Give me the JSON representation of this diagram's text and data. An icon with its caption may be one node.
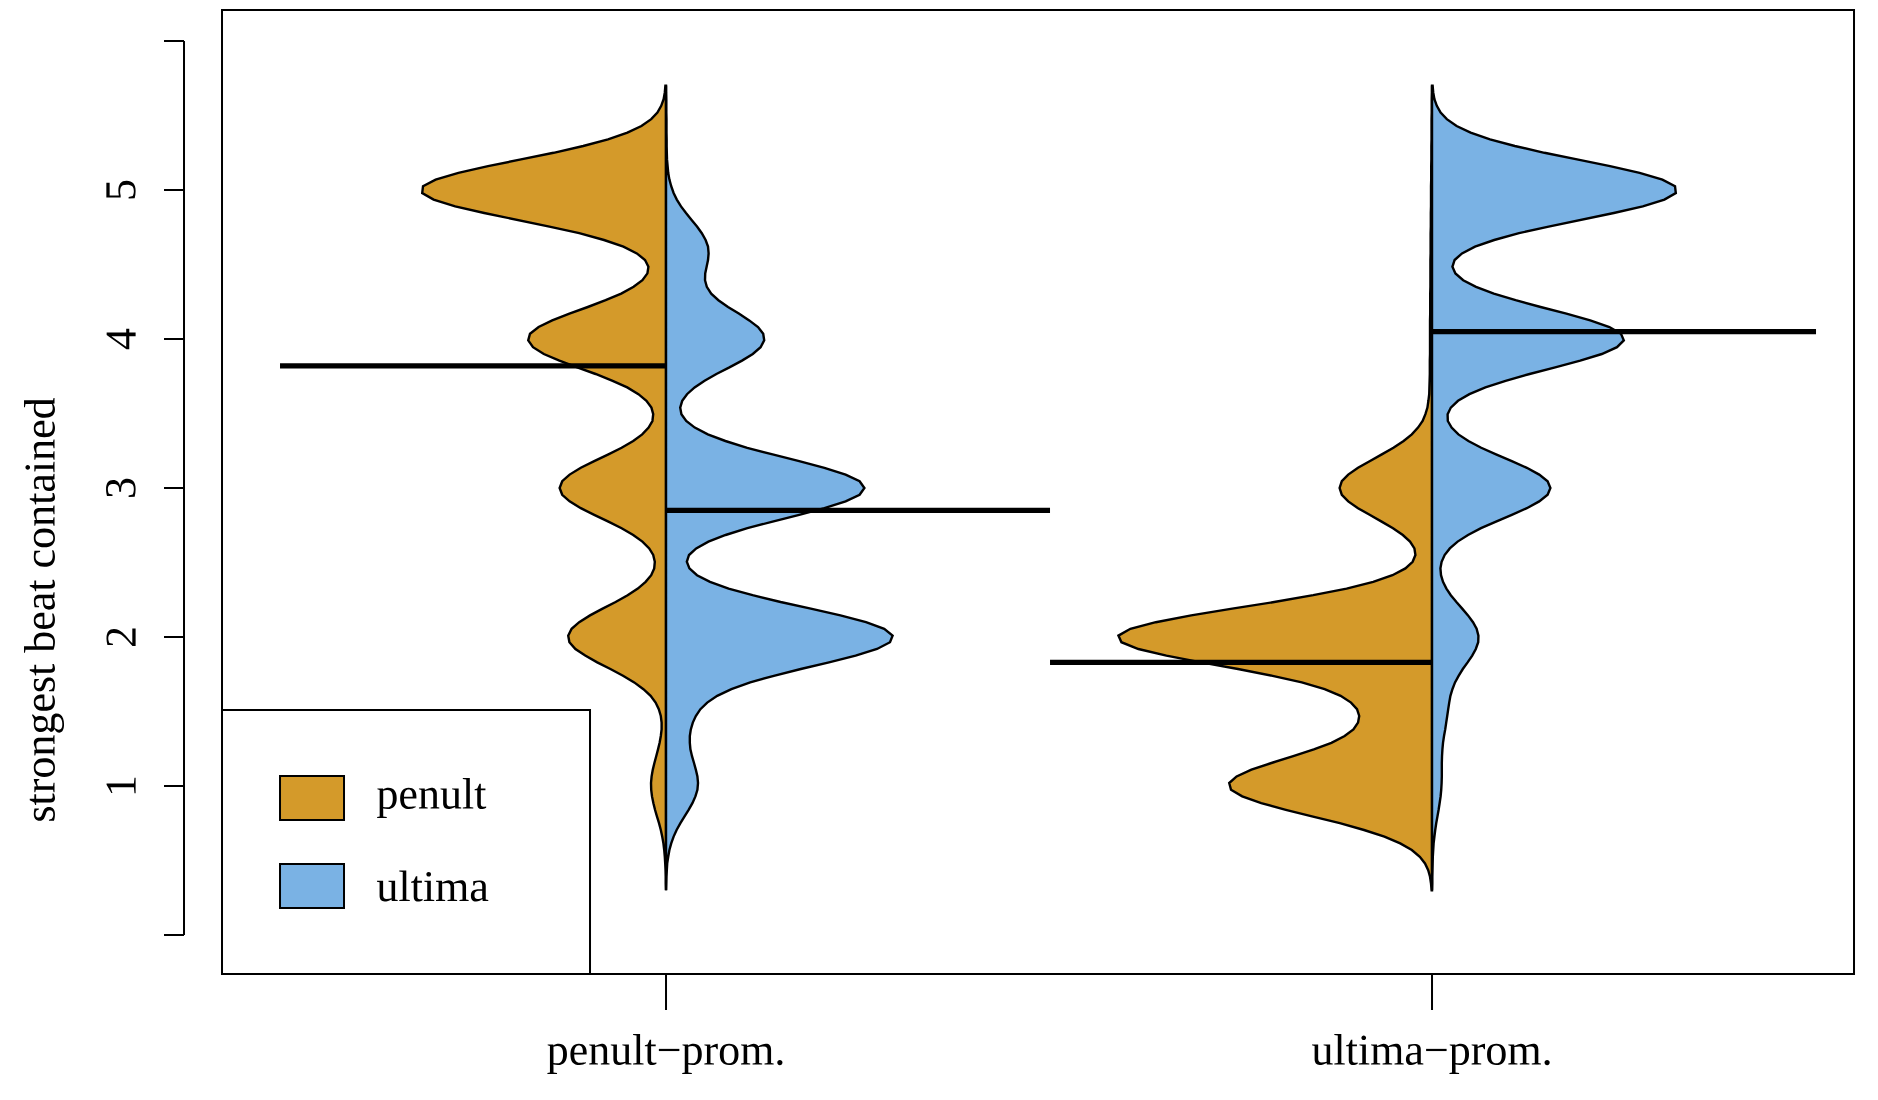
{
  "diagram": {
    "labels": [
      "1",
      "2",
      "3",
      "4",
      "5",
      "strongest beat contained",
      "penult−prom.",
      "ultima−prom."
    ],
    "legend": [
      {
        "text": "penult",
        "color": "#d49a2a"
      },
      {
        "text": "ultima",
        "color": "#7ab2e4"
      }
    ]
  }
}
